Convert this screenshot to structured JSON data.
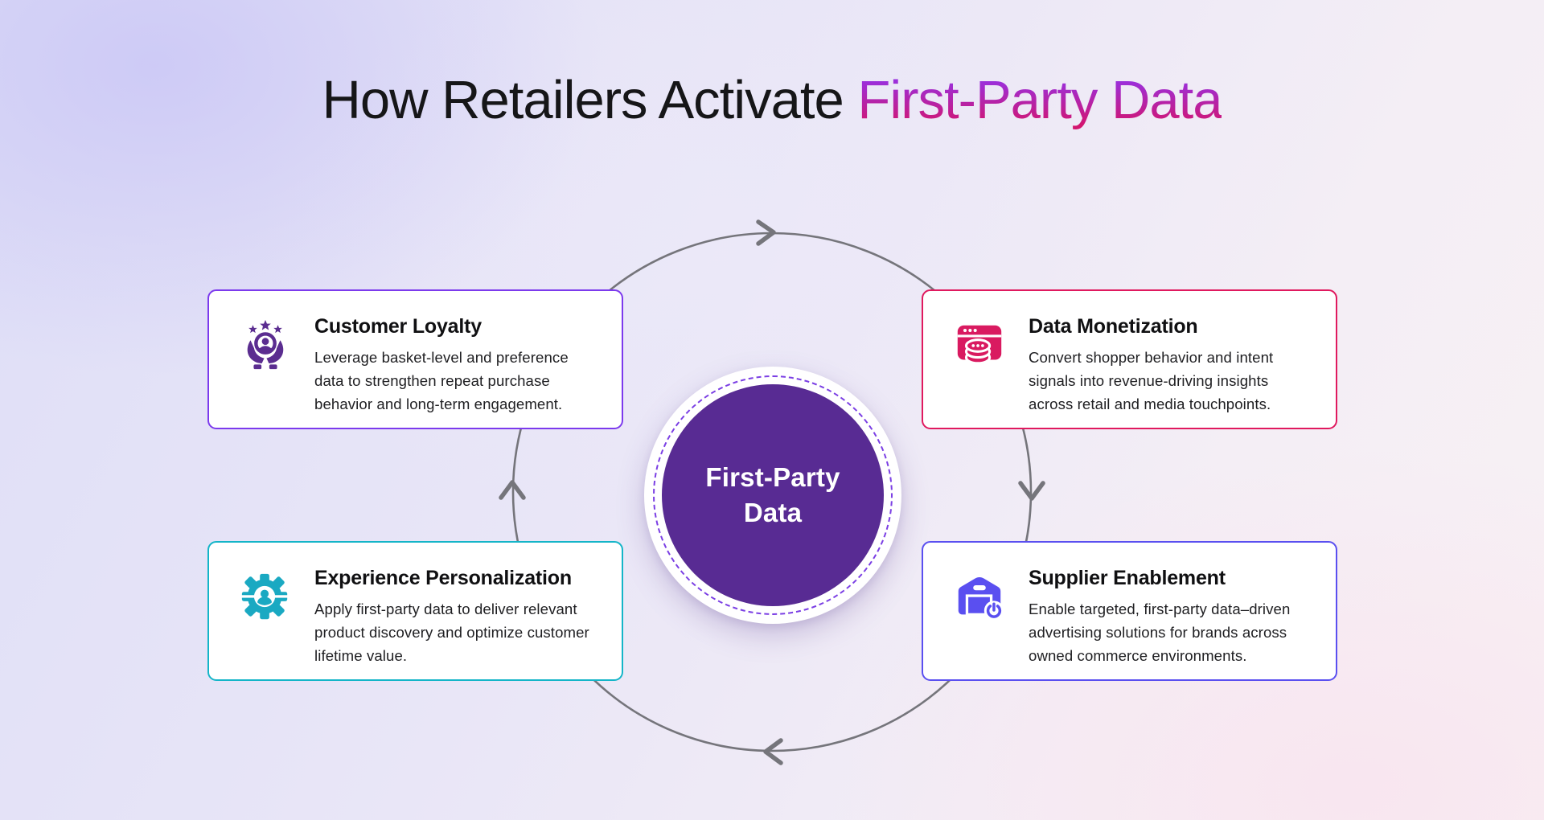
{
  "title": {
    "prefix": "How Retailers Activate",
    "highlight": "First-Party Data"
  },
  "center": {
    "line1": "First-Party",
    "line2": "Data"
  },
  "cards": [
    {
      "title": "Customer Loyalty",
      "description": "Leverage basket-level and preference data to strengthen repeat purchase behavior and long-term engagement.",
      "accent": "#7c3aed",
      "icon_color": "#5b2d90",
      "icon": "hands-holding-customer-stars-icon"
    },
    {
      "title": "Data Monetization",
      "description": "Convert shopper behavior and intent signals into revenue-driving insights across retail and media touchpoints.",
      "accent": "#e0195e",
      "icon_color": "#d91a60",
      "icon": "browser-data-coins-icon"
    },
    {
      "title": "Experience Personalization",
      "description": "Apply first-party data to deliver relevant product discovery and optimize customer lifetime value.",
      "accent": "#14b5c8",
      "icon_color": "#1aa9c2",
      "icon": "gear-user-icon"
    },
    {
      "title": "Supplier Enablement",
      "description": "Enable targeted, first-party data–driven advertising solutions for brands across owned commerce environments.",
      "accent": "#5a4ff0",
      "icon_color": "#5a4ff0",
      "icon": "warehouse-power-icon"
    }
  ],
  "colors": {
    "title_text": "#161618",
    "title_gradient_top": "#9333ea",
    "title_gradient_bottom": "#d3156f",
    "center_core_fill": "#582b93",
    "center_ring_dash": "#7b3fe4",
    "arc_stroke": "#75757b",
    "card_background": "#ffffff"
  }
}
